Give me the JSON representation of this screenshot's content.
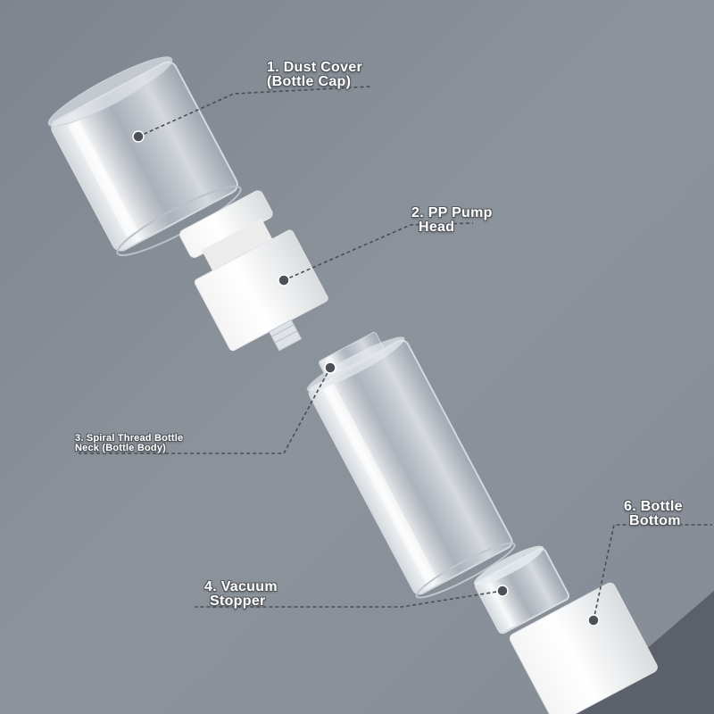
{
  "labels": {
    "dust_cover": {
      "line1": "1. Dust Cover",
      "line2": "(Bottle Cap)"
    },
    "pump_head": {
      "line1": "2. PP Pump",
      "line2": "Head"
    },
    "bottle_neck": {
      "line1": "3. Spiral Thread Bottle",
      "line2": "Neck (Bottle Body)"
    },
    "vacuum_stopper": {
      "line1": "4. Vacuum",
      "line2": "Stopper"
    },
    "bottle_bottom": {
      "line1": "6. Bottle",
      "line2": "Bottom"
    }
  },
  "colors": {
    "background": "#8a9099",
    "corner_shadow": "#5c6068",
    "leader_line": "#4a4e55",
    "marker": "#4d5157",
    "label_text": "#ffffff"
  }
}
